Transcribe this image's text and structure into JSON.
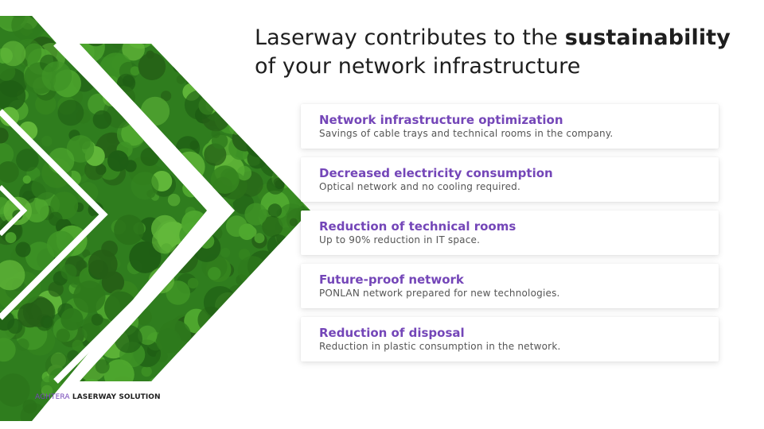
{
  "title": {
    "prefix": "Laserway contributes to the ",
    "highlight": "sustainability",
    "suffix": " of your network infrastructure"
  },
  "items": [
    {
      "title": "Network infrastructure optimization",
      "desc": "Savings of cable trays and technical rooms in the company."
    },
    {
      "title": "Decreased electricity consumption",
      "desc": "Optical network and no cooling required."
    },
    {
      "title": "Reduction of technical rooms",
      "desc": "Up to 90% reduction in IT space."
    },
    {
      "title": "Future-proof network",
      "desc": "PONLAN network prepared for new technologies."
    },
    {
      "title": "Reduction of disposal",
      "desc": "Reduction in plastic consumption in the network."
    }
  ],
  "footer": {
    "brand_part1": "AGHTERA",
    "brand_part2": " LASERWAY SOLUTION"
  },
  "colors": {
    "accent": "#7446b8",
    "text": "#1e1e1e",
    "muted": "#555555",
    "forest": "#2f7d1e"
  }
}
